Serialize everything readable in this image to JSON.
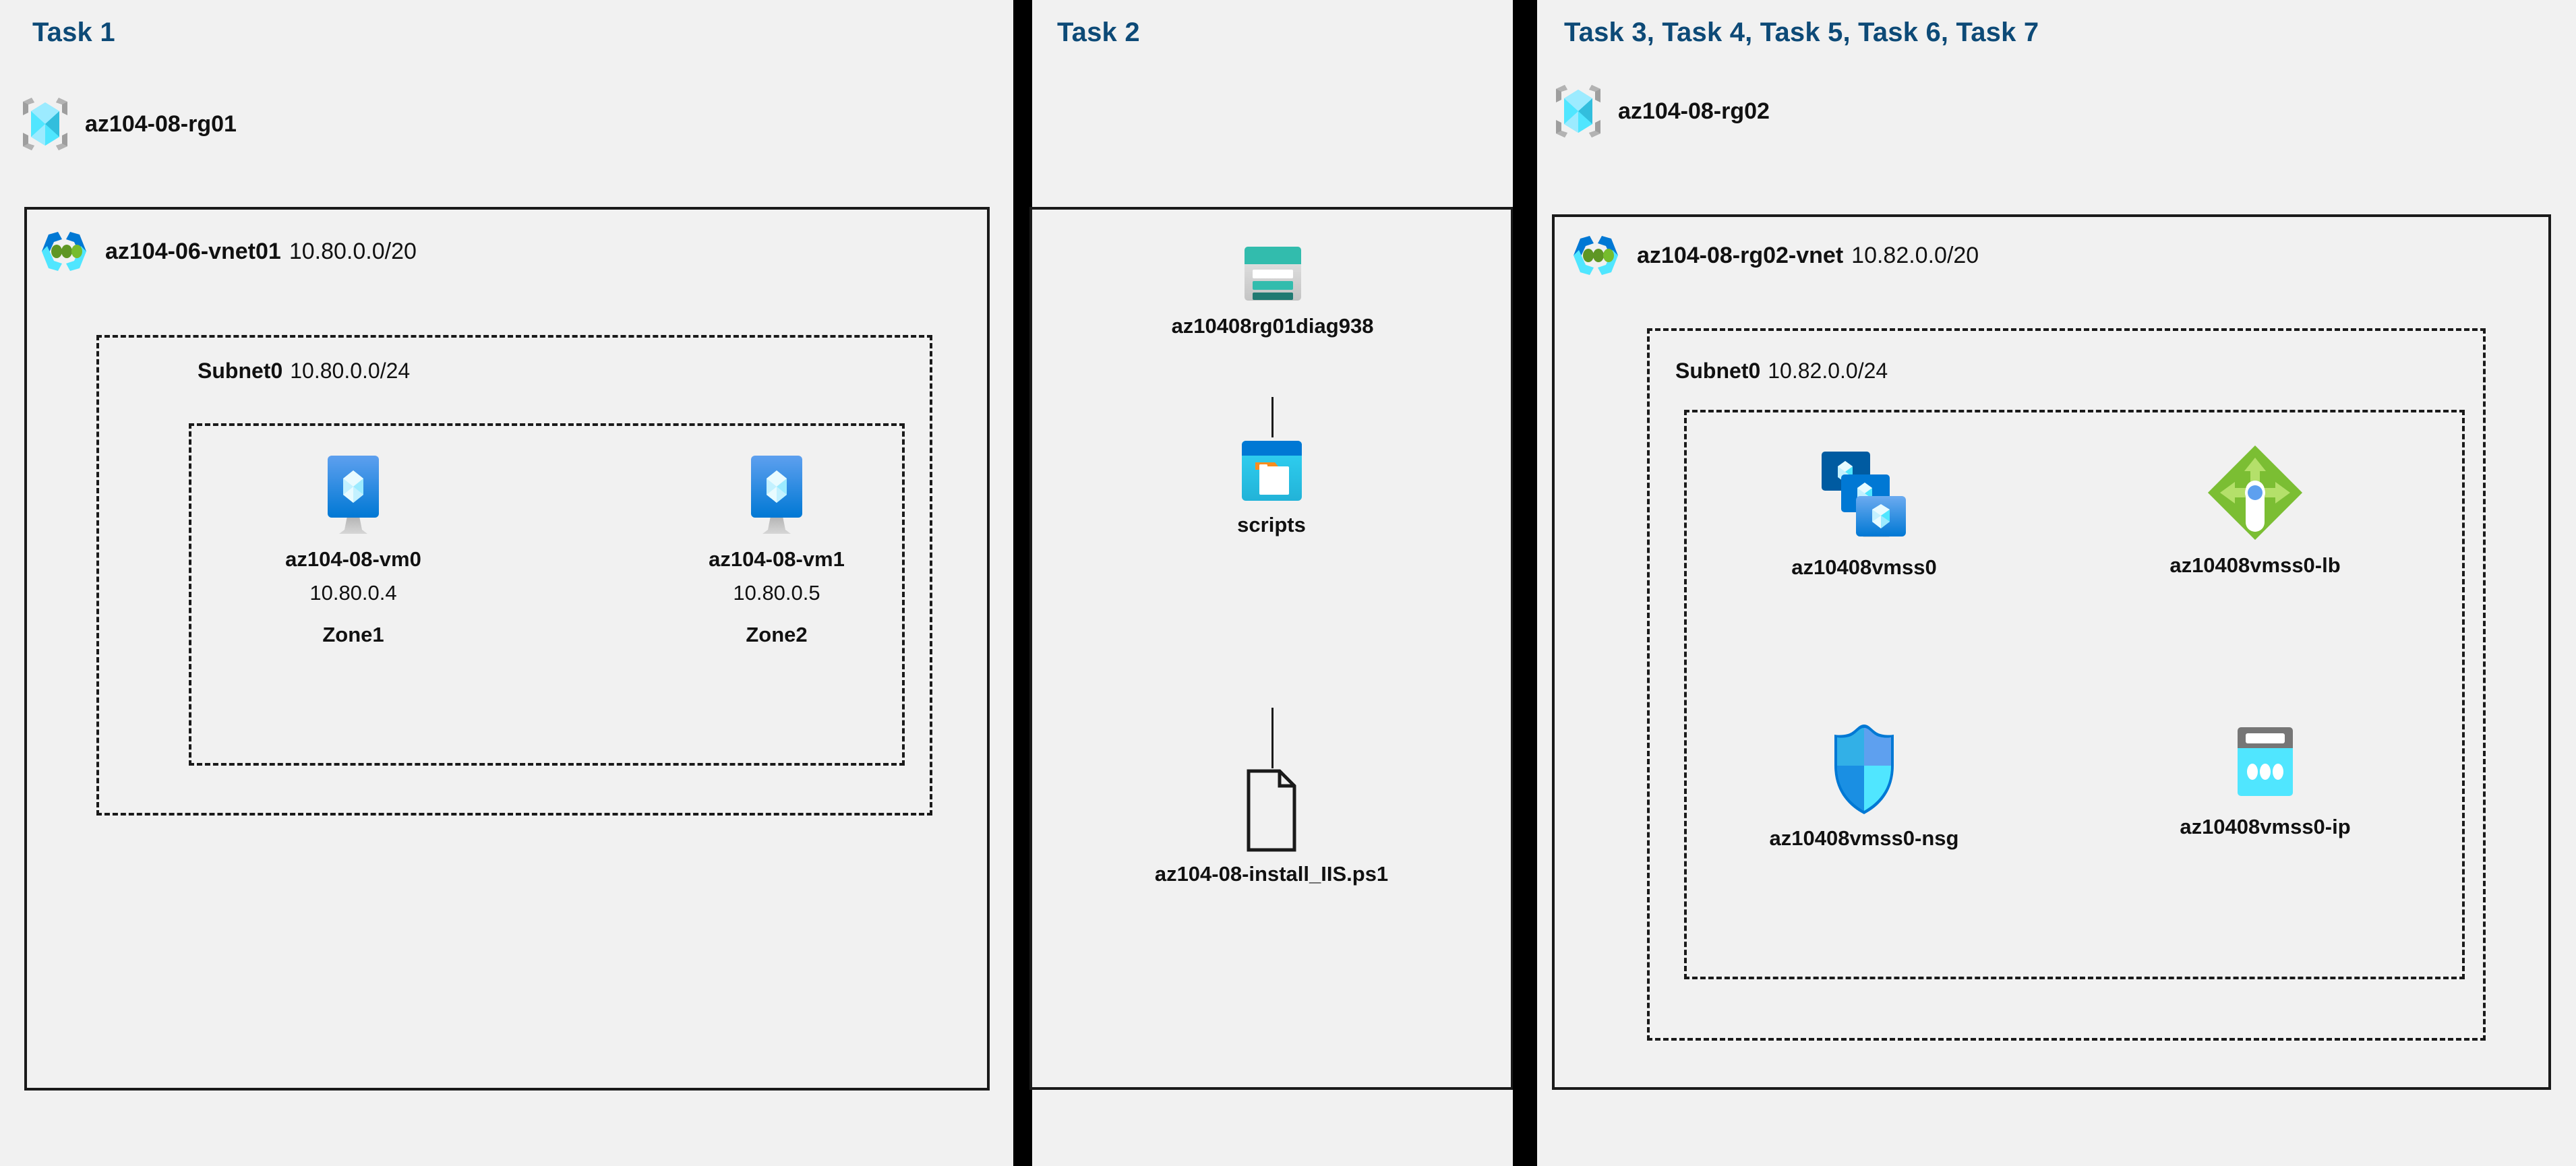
{
  "panels": [
    {
      "title": "Task 1",
      "resource_group": {
        "name": "az104-08-rg01",
        "icon": "resource-group-icon"
      },
      "vnet": {
        "name": "az104-06-vnet01",
        "cidr": "10.80.0.0/20",
        "icon": "virtual-network-icon"
      },
      "subnet": {
        "name": "Subnet0",
        "cidr": "10.80.0.0/24"
      },
      "vms": [
        {
          "name": "az104-08-vm0",
          "ip": "10.80.0.4",
          "zone": "Zone1",
          "icon": "virtual-machine-icon"
        },
        {
          "name": "az104-08-vm1",
          "ip": "10.80.0.5",
          "zone": "Zone2",
          "icon": "virtual-machine-icon"
        }
      ]
    },
    {
      "title": "Task 2",
      "nodes": [
        {
          "name": "az10408rg01diag938",
          "icon": "storage-account-icon"
        },
        {
          "name": "scripts",
          "icon": "blob-container-icon"
        },
        {
          "name": "az104-08-install_IIS.ps1",
          "icon": "script-file-icon"
        }
      ]
    },
    {
      "title": "Task 3, Task 4, Task 5, Task 6, Task 7",
      "resource_group": {
        "name": "az104-08-rg02",
        "icon": "resource-group-icon"
      },
      "vnet": {
        "name": "az104-08-rg02-vnet",
        "cidr": "10.82.0.0/20",
        "icon": "virtual-network-icon"
      },
      "subnet": {
        "name": "Subnet0",
        "cidr": "10.82.0.0/24"
      },
      "resources": [
        {
          "name": "az10408vmss0",
          "icon": "vm-scale-set-icon"
        },
        {
          "name": "az10408vmss0-lb",
          "icon": "load-balancer-icon"
        },
        {
          "name": "az10408vmss0-nsg",
          "icon": "network-security-group-icon"
        },
        {
          "name": "az10408vmss0-ip",
          "icon": "public-ip-address-icon"
        }
      ]
    }
  ],
  "colors": {
    "panel_background": "#f1f1f1",
    "page_background": "#ffffff",
    "title_blue": "#0d4a77",
    "border_black": "#1a1a1a",
    "separator_black": "#000000",
    "azure_cyan": "#50e6ff",
    "azure_blue": "#0078d4",
    "storage_teal": "#32bcad",
    "lb_green": "#76bc2d",
    "nsg_blue": "#32b0e7"
  }
}
